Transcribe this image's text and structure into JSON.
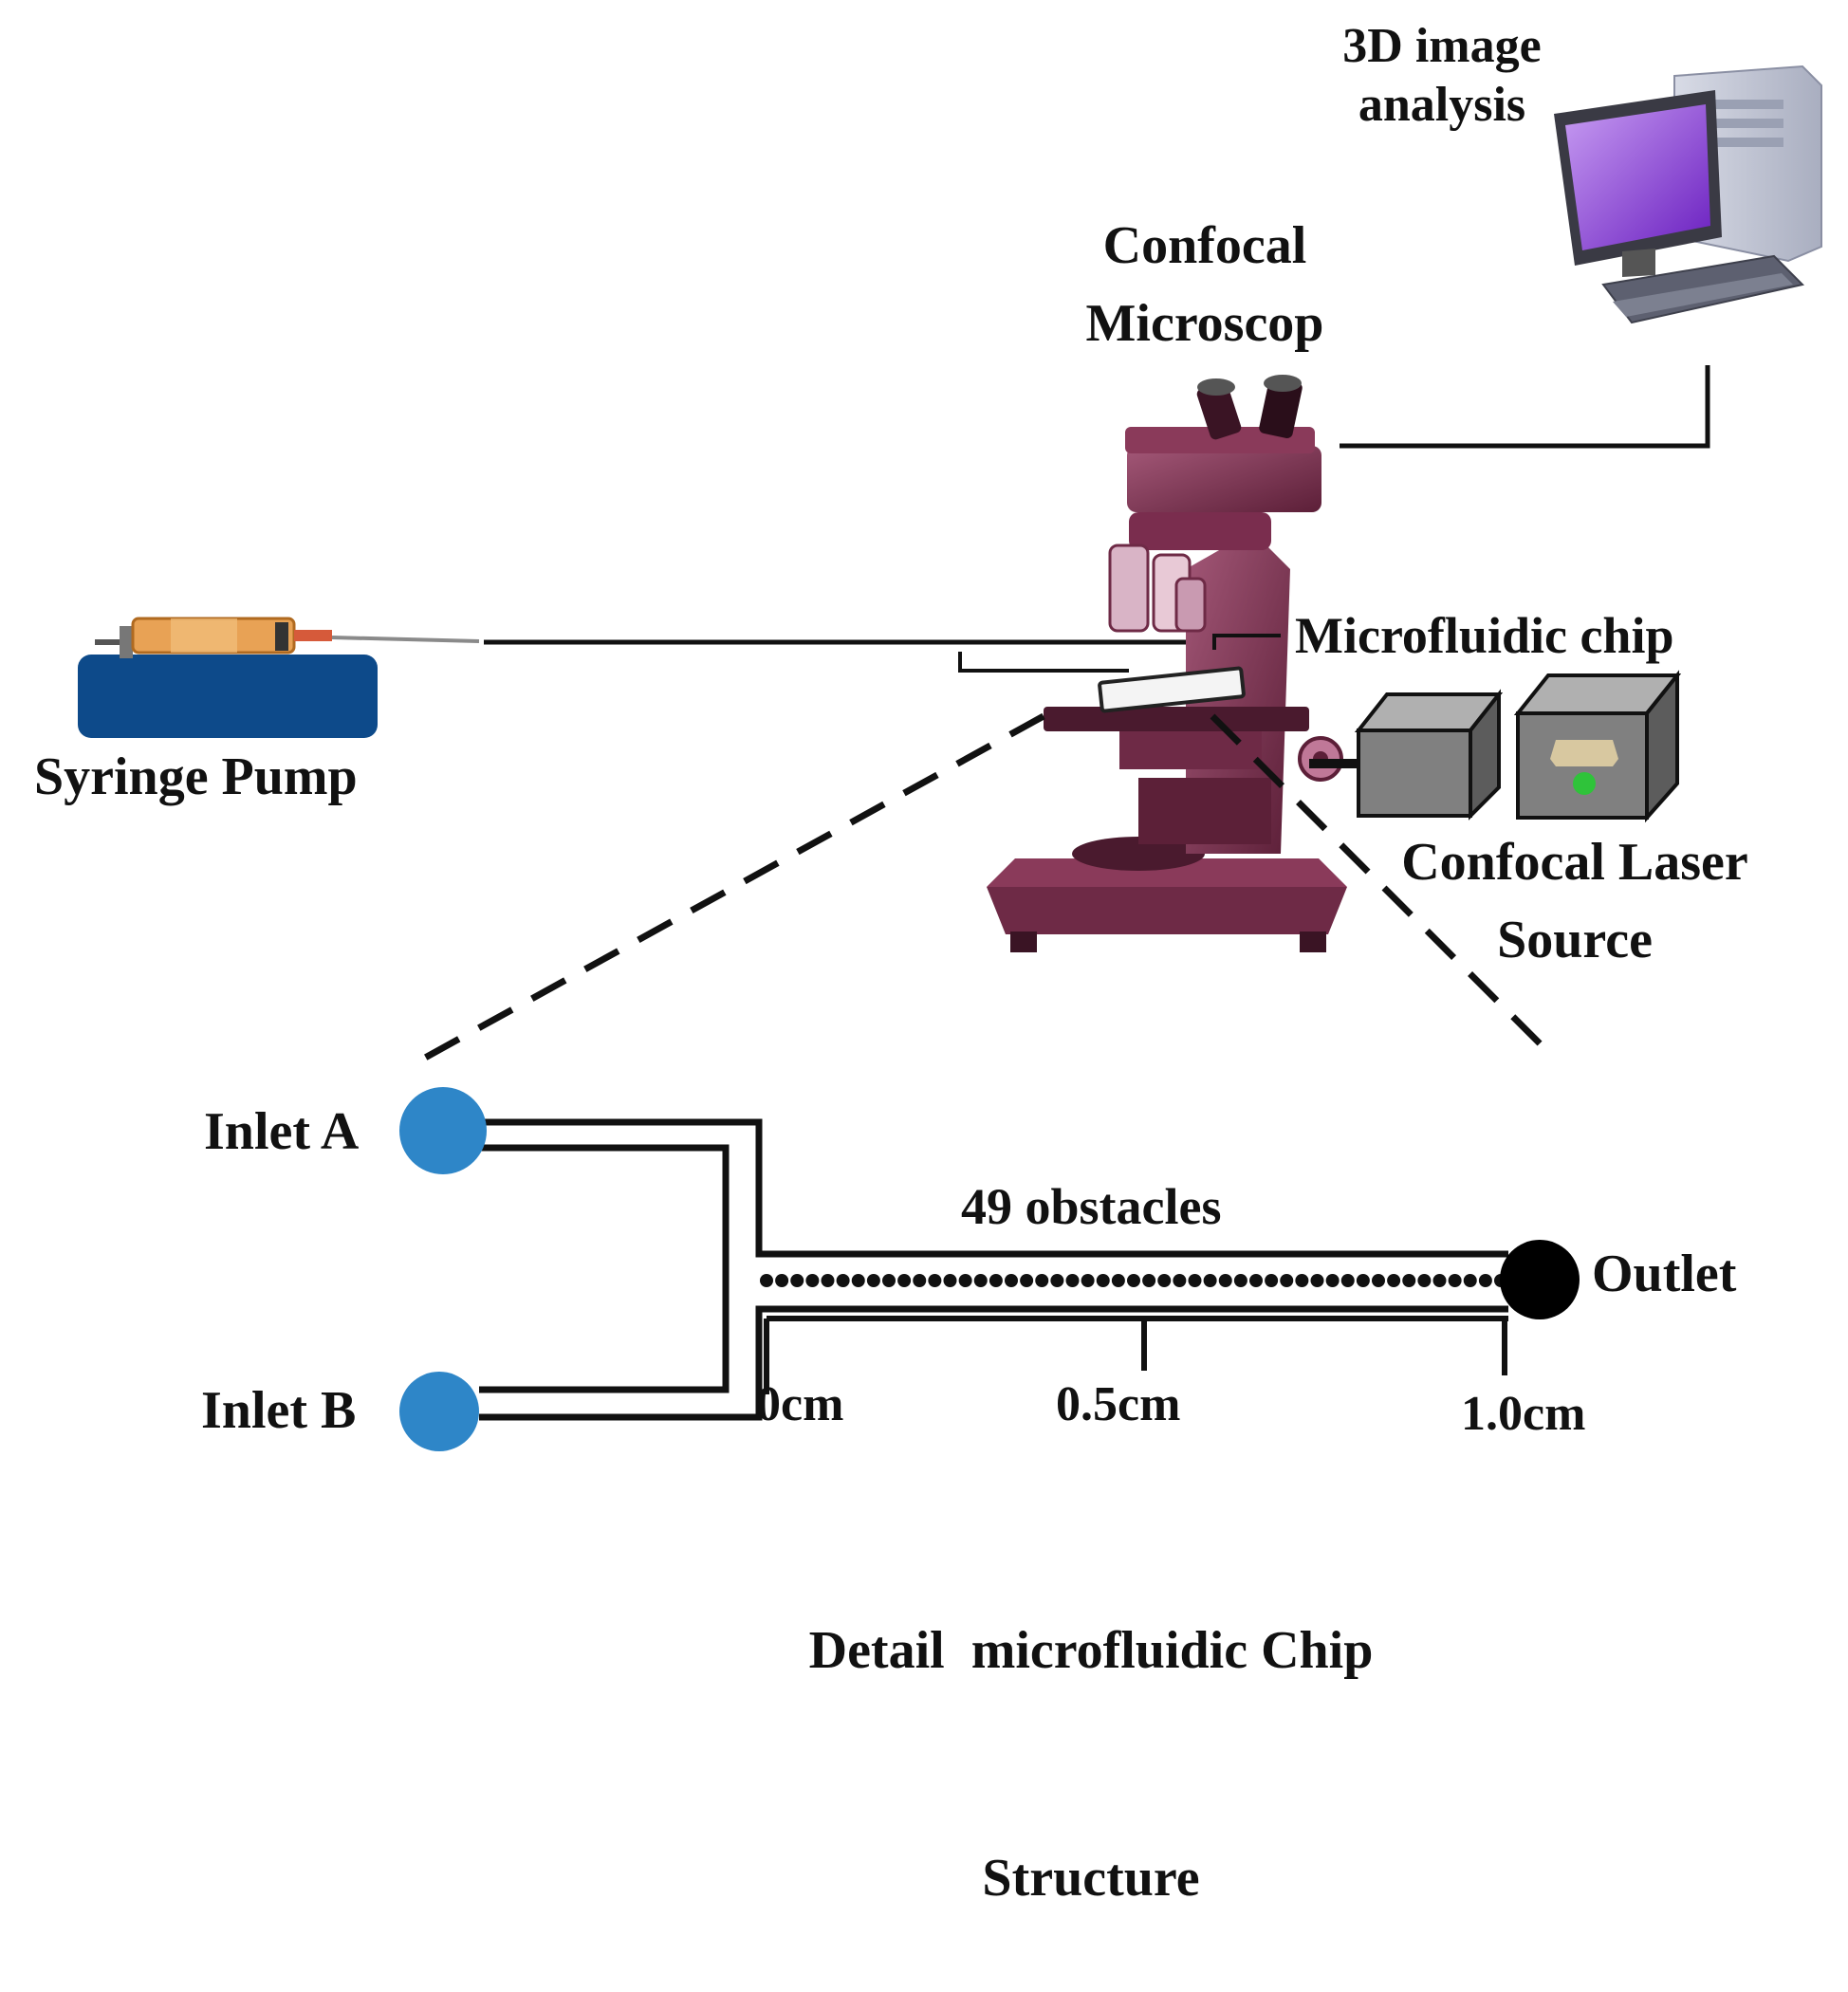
{
  "labels": {
    "image_analysis_line1": "3D image",
    "image_analysis_line2": "analysis",
    "microscope_line1": "Confocal",
    "microscope_line2": "Microscop",
    "microfluidic_chip": "Microfluidic chip",
    "syringe_pump": "Syringe Pump",
    "laser_line1": "Confocal Laser",
    "laser_line2": "Source",
    "inlet_a": "Inlet A",
    "inlet_b": "Inlet B",
    "obstacles": "49 obstacles",
    "outlet": "Outlet",
    "scale_0": "0cm",
    "scale_05": "0.5cm",
    "scale_10": "1.0cm",
    "caption_line1": "Detail  microfluidic Chip",
    "caption_line2": "Structure"
  },
  "obstacle_count": 49,
  "colors": {
    "pump_base": "#0d4a8a",
    "inlet": "#2e86c8",
    "outlet": "#000000",
    "microscope": "#7a2d4e",
    "laser_box": "#808080",
    "laser_indicator": "#2fc33a",
    "monitor_screen": "#8a3bd6"
  },
  "icons": [
    "syringe-icon",
    "microscope-icon",
    "computer-icon",
    "laser-box-icon"
  ]
}
